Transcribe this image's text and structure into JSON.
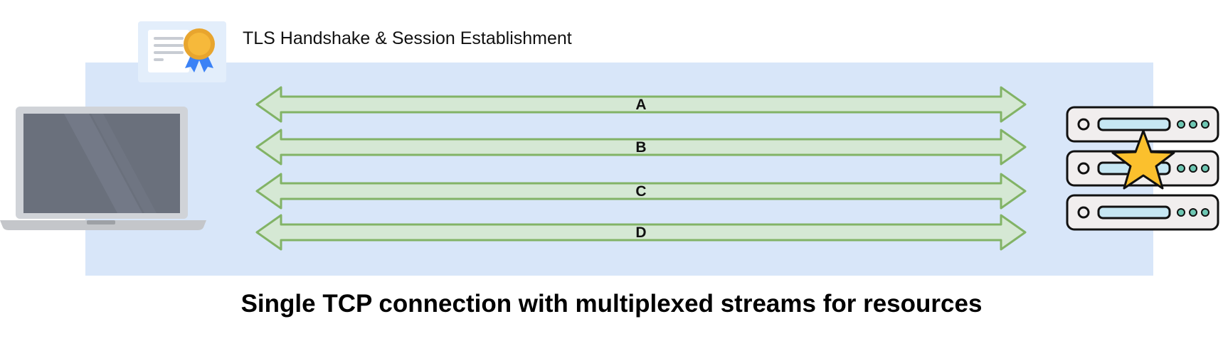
{
  "tls": {
    "label": "TLS Handshake & Session Establishment",
    "icon": "certificate-icon"
  },
  "client": {
    "icon": "laptop-icon"
  },
  "server": {
    "icon": "server-rack-icon",
    "badge_icon": "star-icon"
  },
  "streams": [
    {
      "label": "A"
    },
    {
      "label": "B"
    },
    {
      "label": "C"
    },
    {
      "label": "D"
    }
  ],
  "caption": "Single TCP connection with multiplexed streams for resources",
  "colors": {
    "panel": "#d8e6f9",
    "arrow_fill": "#d5e8d4",
    "arrow_stroke": "#82b366",
    "star": "#fbc02d",
    "ribbon": "#3b82f6"
  }
}
